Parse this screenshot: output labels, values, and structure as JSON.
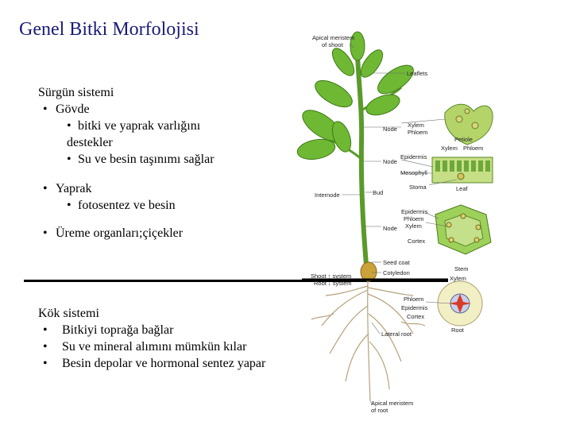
{
  "title": "Genel Bitki Morfolojisi",
  "shoot_section": {
    "heading": "Sürgün sistemi",
    "stem": "Gövde",
    "stem_point1_line1": "bitki ve yaprak varlığını",
    "stem_point1_line2": "destekler",
    "stem_point2": "Su ve besin taşınımı sağlar",
    "leaf": "Yaprak",
    "leaf_point1": "fotosentez ve besin",
    "reproductive": "Üreme organları;çiçekler"
  },
  "root_section": {
    "heading": "Kök sistemi",
    "items": [
      "Bitkiyi toprağa bağlar",
      "Su ve mineral alımını mümkün kılar",
      "Besin depolar ve hormonal sentez yapar"
    ]
  },
  "diagram": {
    "apical_shoot_line1": "Apical meristem",
    "apical_shoot_line2": "of shoot",
    "leaflets": "Leaflets",
    "xylem_top": "Xylem",
    "phloem_top": "Phloem",
    "node_top": "Node",
    "petiole": "Petiole",
    "xylem_leaf": "Xylem",
    "phloem_leaf": "Phloem",
    "epidermis_top": "Epidermis",
    "node_mid": "Node",
    "mesophyll": "Mesophyll",
    "stoma": "Stoma",
    "leaf_label": "Leaf",
    "internode": "Internode",
    "bud": "Bud",
    "epidermis_stem": "Epidermis",
    "phloem_stem": "Phloem",
    "xylem_stem": "Xylem",
    "node_low": "Node",
    "cortex_stem": "Cortex",
    "seed_coat": "Seed coat",
    "cotyledon": "Cotyledon",
    "shoot_system": "Shoot ↑ system",
    "root_system": "Root ↓ system",
    "stem_label": "Stem",
    "xylem_root": "Xylem",
    "phloem_root": "Phloem",
    "epidermis_root": "Epidermis",
    "cortex_root": "Cortex",
    "root_label": "Root",
    "lateral_root": "Lateral root",
    "apical_root_line1": "Apical meristem",
    "apical_root_line2": "of root"
  }
}
